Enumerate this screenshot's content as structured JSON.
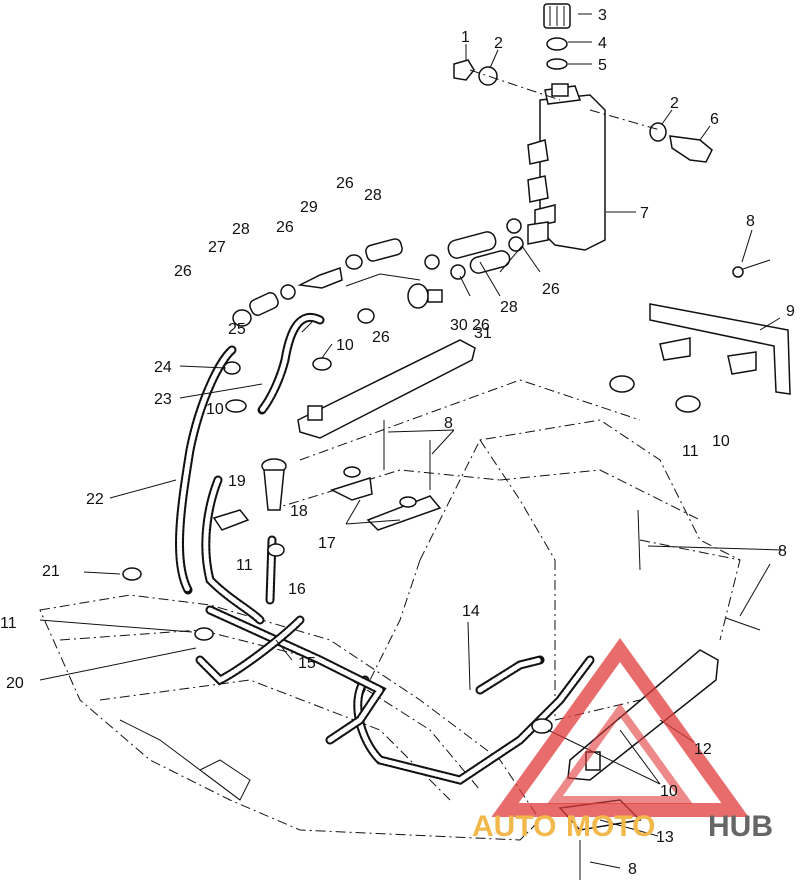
{
  "part_labels": [
    "1",
    "2",
    "3",
    "4",
    "5",
    "2",
    "6",
    "7",
    "8",
    "9",
    "26",
    "28",
    "29",
    "26",
    "28",
    "27",
    "26",
    "26",
    "28",
    "26",
    "25",
    "10",
    "31",
    "30",
    "26",
    "24",
    "23",
    "10",
    "8",
    "11",
    "10",
    "22",
    "19",
    "18",
    "17",
    "21",
    "11",
    "16",
    "11",
    "20",
    "15",
    "14",
    "8",
    "12",
    "10",
    "13",
    "8"
  ],
  "watermark": {
    "left": "AUTO",
    "middle": "MOTO",
    "right": "HUB",
    "left_color": "#f2b84b",
    "middle_color": "#f2b84b",
    "right_color": "#666666",
    "triangle_color": "#e23b3b"
  }
}
